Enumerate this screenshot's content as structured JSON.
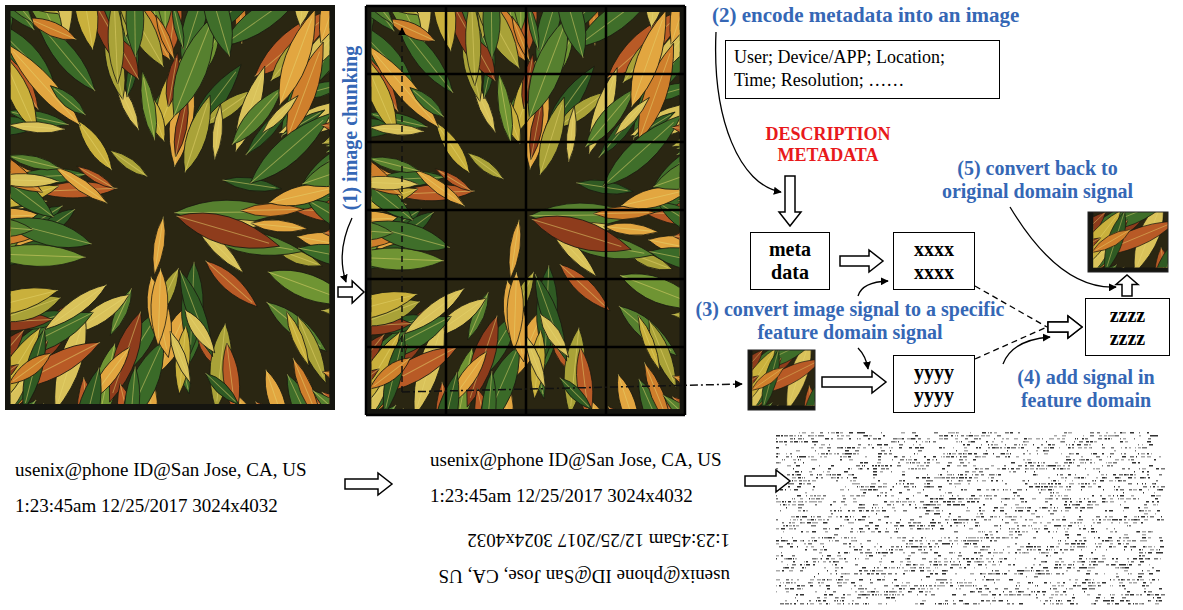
{
  "diagram": {
    "nodes": [
      {
        "text": [
          "User; Device/APP; Location; Time; Resolution; ……"
        ]
      },
      {
        "text": [
          "meta data"
        ]
      },
      {
        "text": [
          "xxxx xxxx"
        ]
      },
      {
        "text": [
          "yyyy yyyy"
        ]
      },
      {
        "text": [
          "zzzz zzzz"
        ]
      }
    ],
    "edges": [
      {
        "from": 1,
        "to": 2,
        "arrow": "to"
      },
      {
        "from": 2,
        "to": 4,
        "arrow": "to"
      },
      {
        "from": 3,
        "to": 4,
        "arrow": "to"
      }
    ],
    "labels": [
      "(1) image chunking",
      "(2) encode metadata into an image",
      "DESCRIPTION METADATA",
      "(5) convert back to original domain signal",
      "(3) convert image signal to a specific feature domain signal",
      "(4) add signal in feature domain",
      "usenix@phone ID@San Jose, CA, US 1:23:45am 12/25/2017 3024x4032",
      "usenix@phone ID@San Jose, CA, US 1:23:45am 12/25/2017 3024x4032",
      "usenix@phone ID@San Jose, CA, US 1:23:45am 12/25/2017 3024x4032"
    ]
  }
}
